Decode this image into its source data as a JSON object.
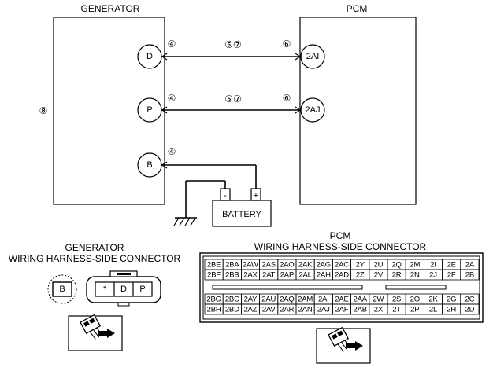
{
  "generator": {
    "title": "GENERATOR",
    "pins": [
      "D",
      "P",
      "B"
    ],
    "pin_ref": "④",
    "body_ref": "⑧"
  },
  "pcm": {
    "title": "PCM",
    "pins": [
      "2AI",
      "2AJ"
    ],
    "pin_ref": "⑥"
  },
  "wires": {
    "ref": "⑤⑦"
  },
  "battery": {
    "label": "BATTERY",
    "neg": "-",
    "pos": "+"
  },
  "gen_connector": {
    "title_line1": "GENERATOR",
    "title_line2": "WIRING HARNESS-SIDE CONNECTOR",
    "terminals": [
      "B",
      "*",
      "D",
      "P"
    ]
  },
  "pcm_connector": {
    "title_line1": "PCM",
    "title_line2": "WIRING HARNESS-SIDE CONNECTOR",
    "upper_rows": [
      [
        "2BE",
        "2BA",
        "2AW",
        "2AS",
        "2AO",
        "2AK",
        "2AG",
        "2AC",
        "2Y",
        "2U",
        "2Q",
        "2M",
        "2I",
        "2E",
        "2A"
      ],
      [
        "2BF",
        "2BB",
        "2AX",
        "2AT",
        "2AP",
        "2AL",
        "2AH",
        "2AD",
        "2Z",
        "2V",
        "2R",
        "2N",
        "2J",
        "2F",
        "2B"
      ]
    ],
    "lower_rows": [
      [
        "2BG",
        "2BC",
        "2AY",
        "2AU",
        "2AQ",
        "2AM",
        "2AI",
        "2AE",
        "2AA",
        "2W",
        "2S",
        "2O",
        "2K",
        "2G",
        "2C"
      ],
      [
        "2BH",
        "2BD",
        "2AZ",
        "2AV",
        "2AR",
        "2AN",
        "2AJ",
        "2AF",
        "2AB",
        "2X",
        "2T",
        "2P",
        "2L",
        "2H",
        "2D"
      ]
    ]
  }
}
